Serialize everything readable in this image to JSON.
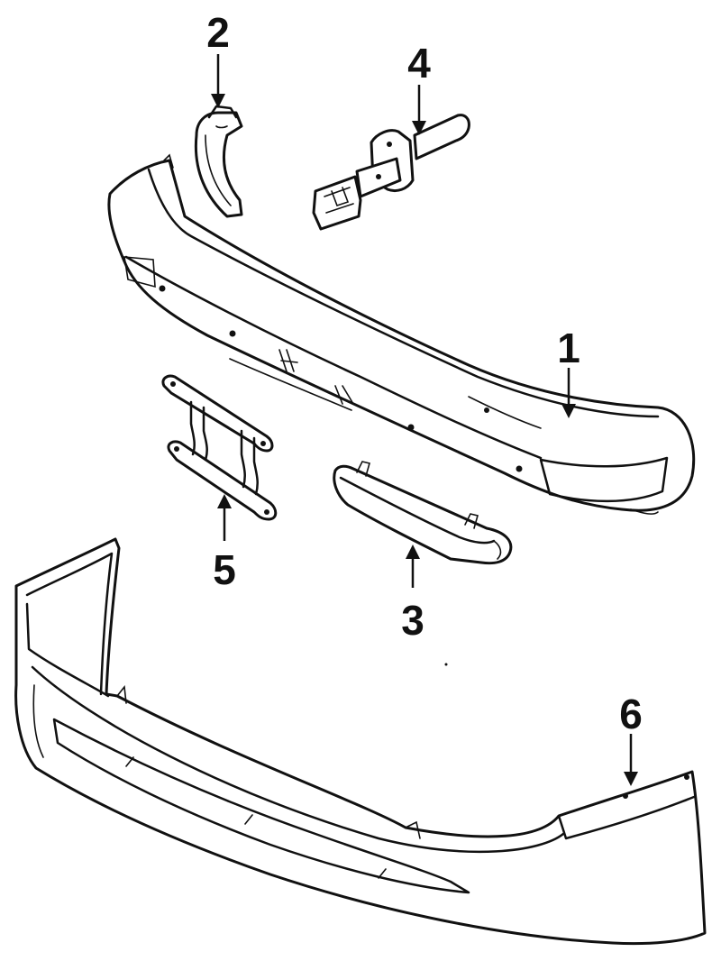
{
  "diagram": {
    "callouts": [
      {
        "id": "1",
        "label": "1"
      },
      {
        "id": "2",
        "label": "2"
      },
      {
        "id": "3",
        "label": "3"
      },
      {
        "id": "4",
        "label": "4"
      },
      {
        "id": "5",
        "label": "5"
      },
      {
        "id": "6",
        "label": "6"
      }
    ],
    "colors": {
      "ink": "#111111",
      "paper": "#ffffff"
    }
  }
}
